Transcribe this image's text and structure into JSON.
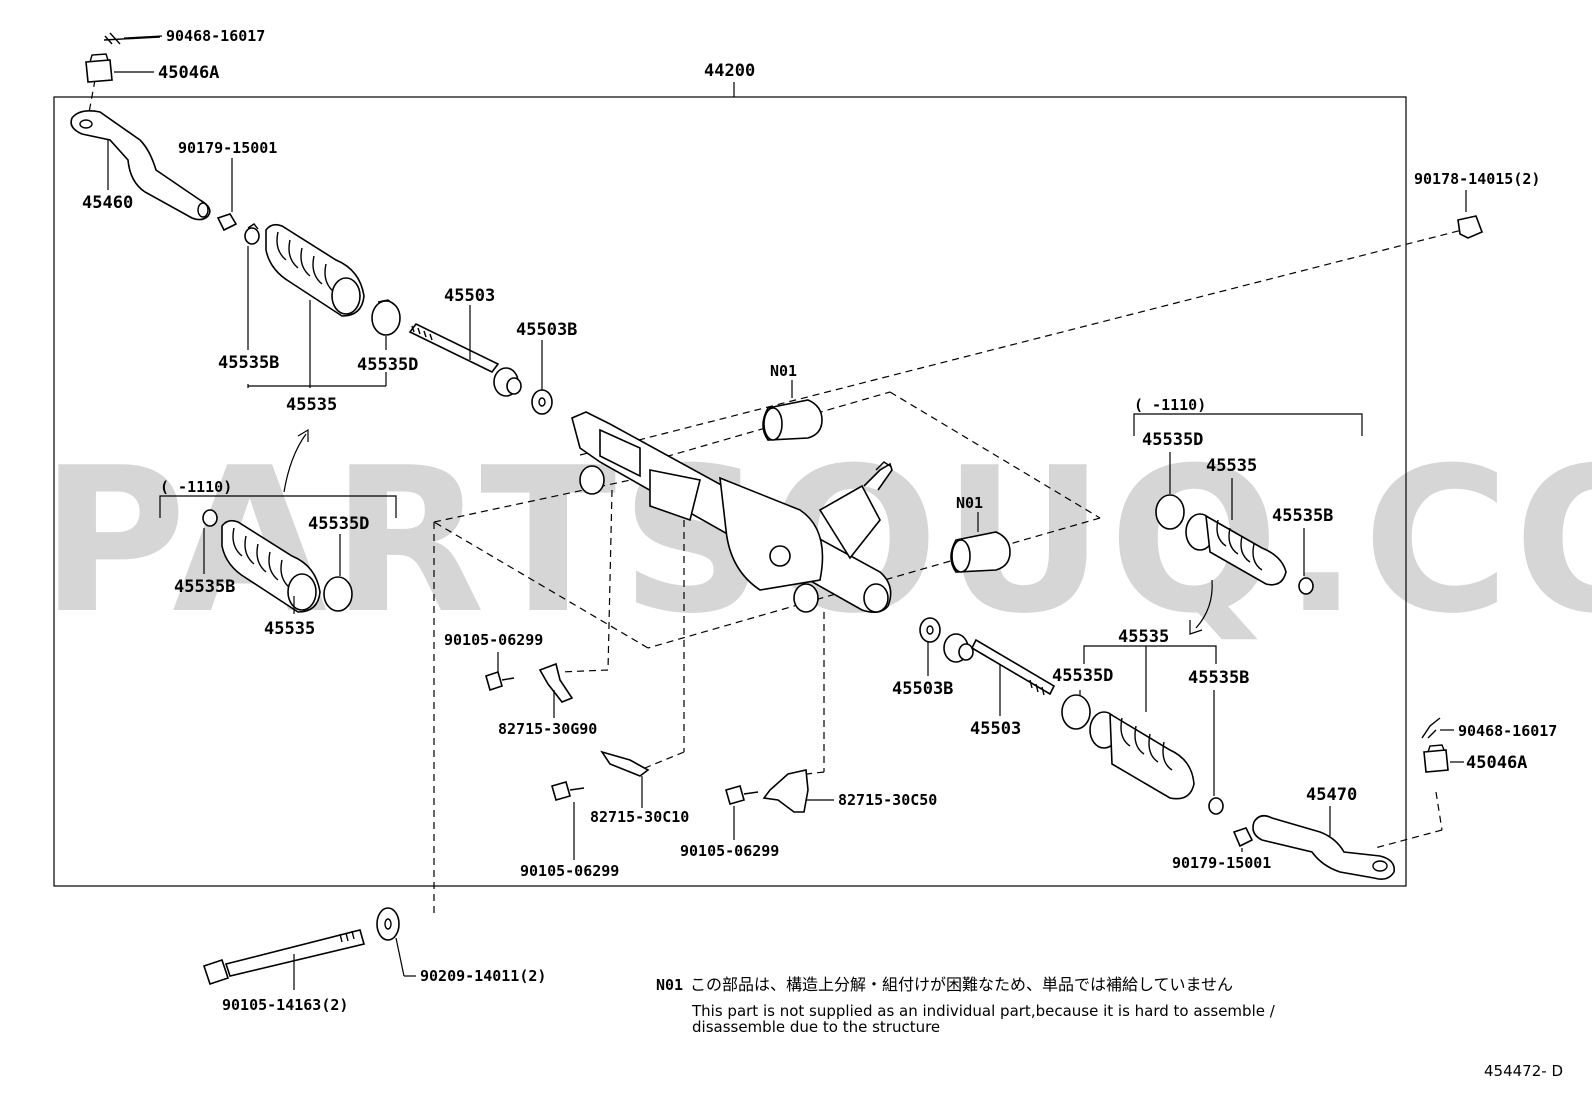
{
  "watermark": "PARTSOUQ.COM",
  "assembly_label": "44200",
  "labels": {
    "p90468_top": "90468-16017",
    "p45046a_top": "45046A",
    "p90179_top": "90179-15001",
    "p45460": "45460",
    "p45535b_top": "45535B",
    "p45535d_top": "45535D",
    "p45535_top": "45535",
    "p45503_top": "45503",
    "p45503b_top": "45503B",
    "n01_upper": "N01",
    "n01_lower": "N01",
    "p90178": "90178-14015(2)",
    "range_left": "(   -1110)",
    "p45535d_left": "45535D",
    "p45535b_left": "45535B",
    "p45535_left": "45535",
    "range_right": "(   -1110)",
    "p45535d_right": "45535D",
    "p45535_right": "45535",
    "p45535b_right": "45535B",
    "p90105_a": "90105-06299",
    "p82715_30g90": "82715-30G90",
    "p82715_30c10": "82715-30C10",
    "p90105_b": "90105-06299",
    "p82715_30c50": "82715-30C50",
    "p90105_c": "90105-06299",
    "p45503b_bot": "45503B",
    "p45503_bot": "45503",
    "p45535_bot": "45535",
    "p45535d_bot": "45535D",
    "p45535b_bot": "45535B",
    "p90468_bot": "90468-16017",
    "p45046a_bot": "45046A",
    "p45470": "45470",
    "p90179_bot": "90179-15001",
    "p90209": "90209-14011(2)",
    "p90105_14163": "90105-14163(2)"
  },
  "note": {
    "code": "N01",
    "jp": "この部品は、構造上分解・組付けが困難なため、単品では補給していません",
    "en_line1": "This part is not supplied as an individual part,because it is hard to assemble /",
    "en_line2": "disassemble due to the structure"
  },
  "figure_ref": "454472- D"
}
